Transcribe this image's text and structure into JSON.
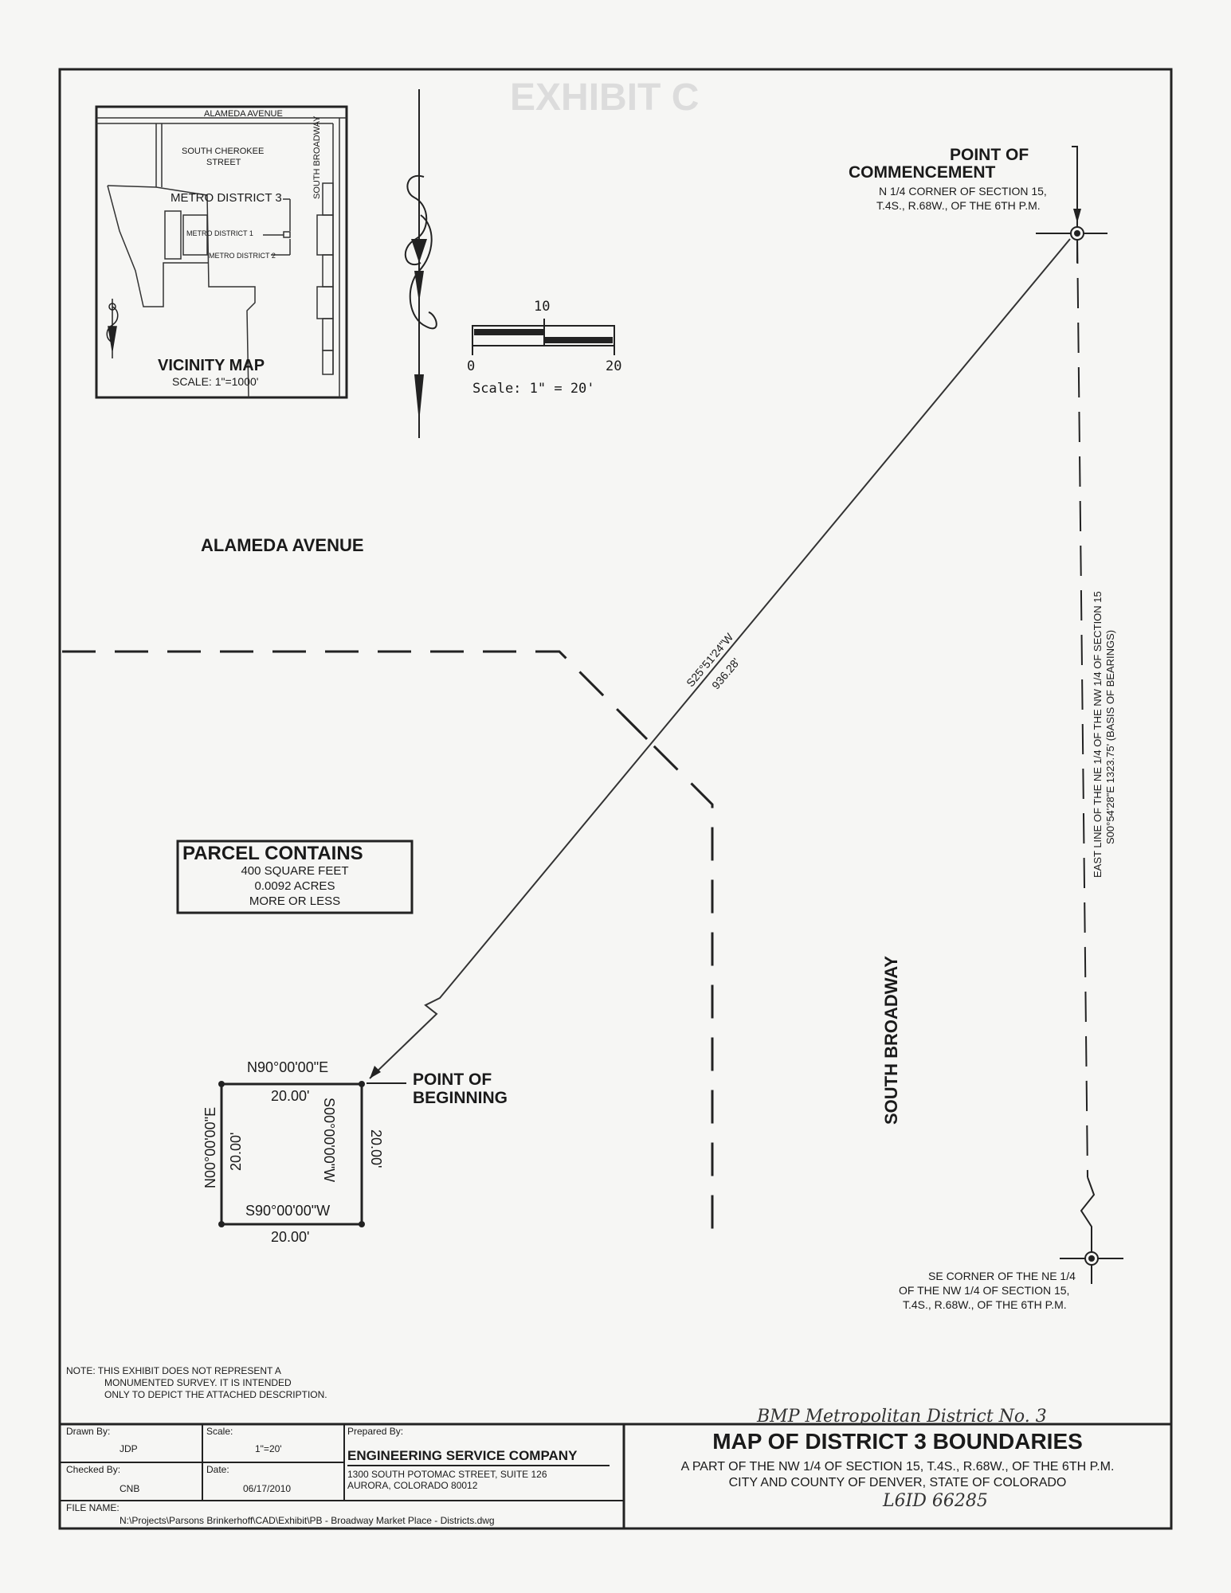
{
  "exhibit_watermark": "EXHIBIT C",
  "vicinity_map": {
    "alameda": "ALAMEDA AVENUE",
    "cherokee_line1": "SOUTH CHEROKEE",
    "cherokee_line2": "STREET",
    "metro3": "METRO DISTRICT 3",
    "metro1": "METRO DISTRICT 1",
    "metro2": "METRO DISTRICT 2",
    "broadway": "SOUTH BROADWAY",
    "title": "VICINITY MAP",
    "scale": "SCALE: 1\"=1000'"
  },
  "scale_bar": {
    "mid": "10",
    "start": "0",
    "end": "20",
    "label": "Scale: 1\" = 20'"
  },
  "commencement": {
    "line1": "POINT OF",
    "line2": "COMMENCEMENT",
    "desc1": "N 1/4 CORNER OF SECTION 15,",
    "desc2": "T.4S., R.68W., OF THE 6TH P.M."
  },
  "streets": {
    "alameda": "ALAMEDA AVENUE",
    "broadway": "SOUTH BROADWAY"
  },
  "diagonal": {
    "bearing": "S25°51'24\"W",
    "distance": "936.28'"
  },
  "east_line": {
    "line1": "EAST LINE OF THE NE 1/4 OF THE NW 1/4 OF SECTION 15",
    "line2": "S00°54'28\"E   1323.75'   (BASIS OF BEARINGS)"
  },
  "parcel": {
    "title": "PARCEL CONTAINS",
    "line1": "400 SQUARE FEET",
    "line2": "0.0092 ACRES",
    "line3": "MORE OR LESS"
  },
  "square": {
    "top_bearing": "N90°00'00\"E",
    "top_dist": "20.00'",
    "left_bearing": "N00°00'00\"E",
    "left_dist": "20.00'",
    "right_bearing": "S00°00'00\"W",
    "right_dist": "20.00'",
    "bottom_bearing": "S90°00'00\"W",
    "bottom_dist": "20.00'"
  },
  "beginning": {
    "line1": "POINT OF",
    "line2": "BEGINNING"
  },
  "se_corner": {
    "line1": "SE CORNER OF THE NE 1/4",
    "line2": "OF THE NW 1/4 OF SECTION 15,",
    "line3": "T.4S., R.68W., OF THE 6TH P.M."
  },
  "note": {
    "line1": "NOTE:  THIS EXHIBIT DOES NOT REPRESENT A",
    "line2": "MONUMENTED SURVEY. IT IS INTENDED",
    "line3": "ONLY TO DEPICT THE ATTACHED DESCRIPTION."
  },
  "title_block": {
    "drawn_by_label": "Drawn By:",
    "drawn_by": "JDP",
    "scale_label": "Scale:",
    "scale": "1\"=20'",
    "checked_by_label": "Checked By:",
    "checked_by": "CNB",
    "date_label": "Date:",
    "date": "06/17/2010",
    "prepared_by_label": "Prepared By:",
    "company": "ENGINEERING SERVICE COMPANY",
    "address1": "1300 SOUTH POTOMAC STREET, SUITE 126",
    "address2": "AURORA, COLORADO 80012",
    "file_label": "FILE NAME:",
    "file_path": "N:\\Projects\\Parsons Brinkerhoff\\CAD\\Exhibit\\PB - Broadway Market Place - Districts.dwg",
    "handwritten_top": "BMP Metropolitan District No. 3",
    "title": "MAP OF DISTRICT 3 BOUNDARIES",
    "subtitle1": "A PART OF THE NW 1/4 OF SECTION 15, T.4S., R.68W., OF THE 6TH P.M.",
    "subtitle2": "CITY AND COUNTY OF DENVER, STATE OF COLORADO",
    "handwritten_bottom": "L6ID 66285"
  }
}
